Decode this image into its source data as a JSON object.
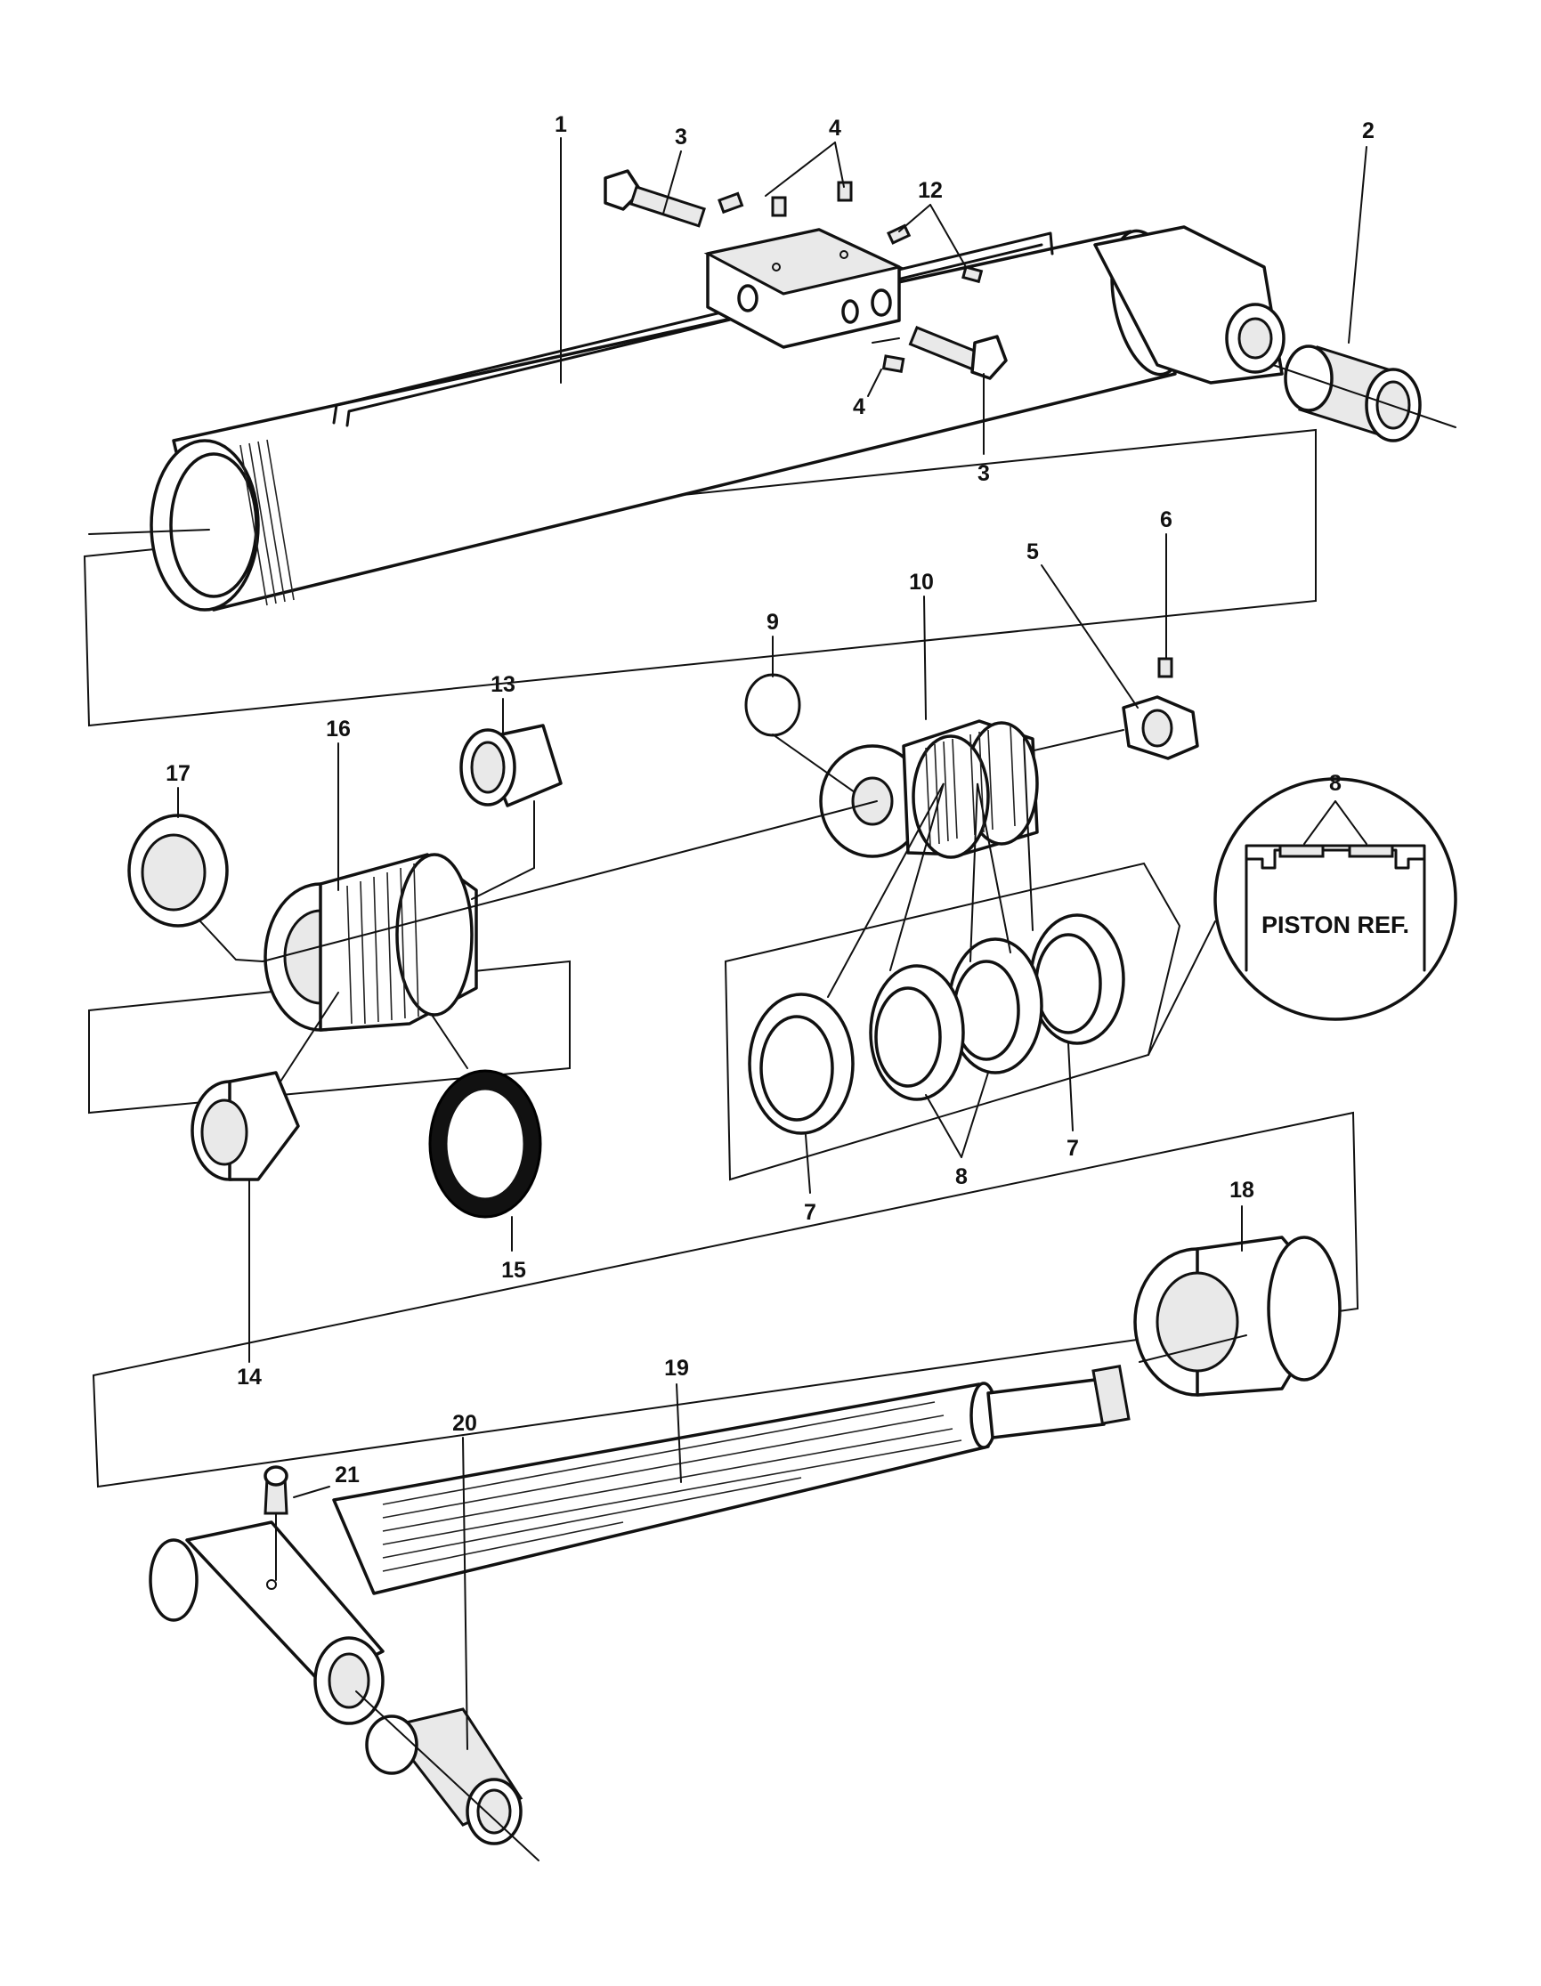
{
  "callouts": {
    "c1": "1",
    "c2": "2",
    "c3a": "3",
    "c3b": "3",
    "c4a": "4",
    "c4b": "4",
    "c5": "5",
    "c6": "6",
    "c7a": "7",
    "c7b": "7",
    "c8a": "8",
    "c8b": "8",
    "c9": "9",
    "c10": "10",
    "c12": "12",
    "c13": "13",
    "c14": "14",
    "c15": "15",
    "c16": "16",
    "c17": "17",
    "c18": "18",
    "c19": "19",
    "c20": "20",
    "c21": "21"
  },
  "inset": {
    "label": "PISTON REF."
  }
}
